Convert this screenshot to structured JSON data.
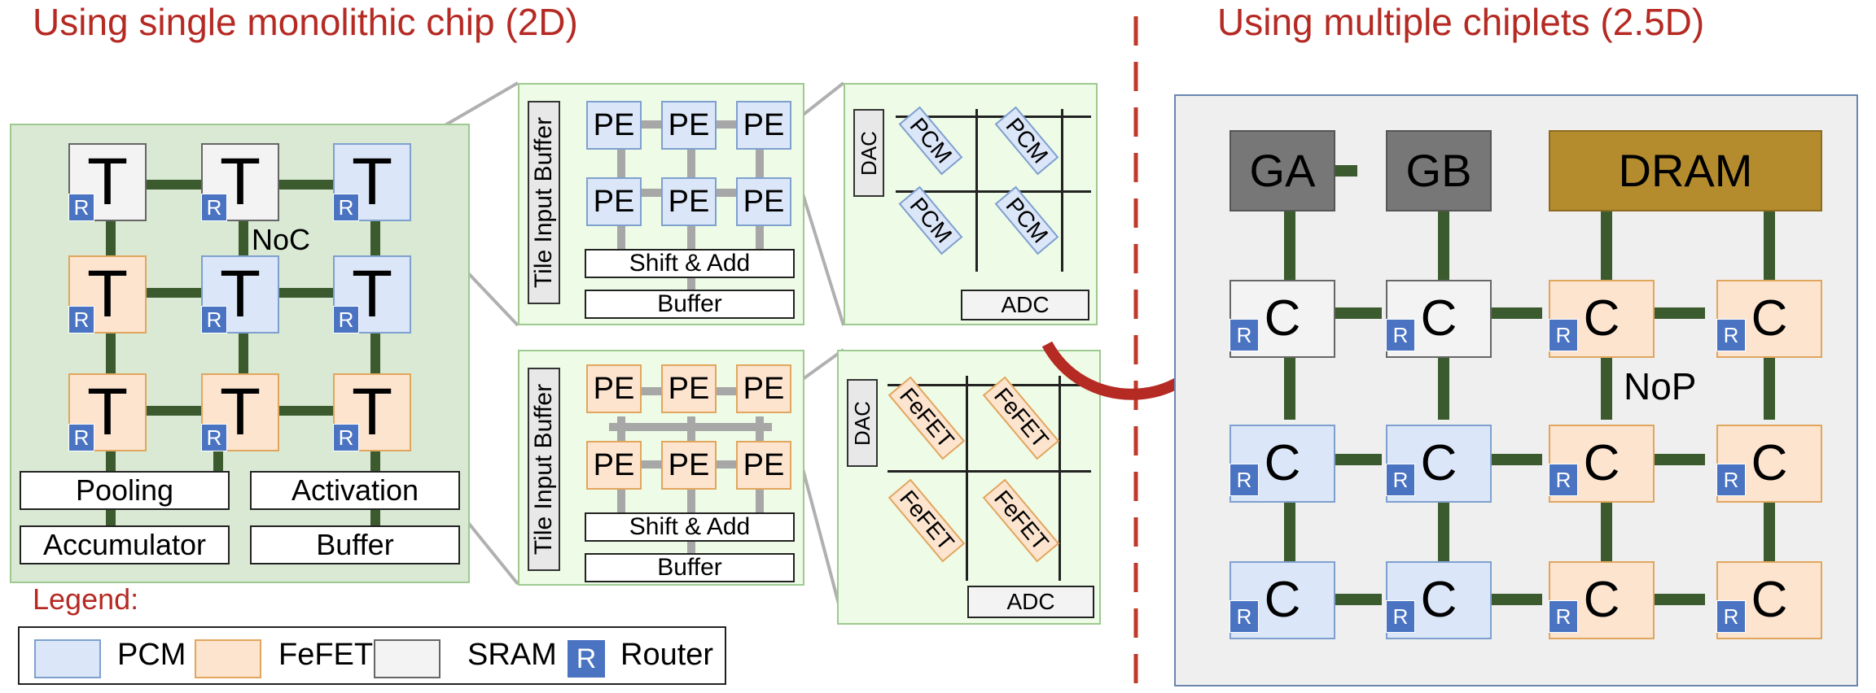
{
  "titles": {
    "left": "Using single monolithic chip (2D)",
    "right": "Using multiple chiplets (2.5D)"
  },
  "tile_letter": "T",
  "router_letter": "R",
  "noc_label": "NoC",
  "nop_label": "NoP",
  "chiplet_letter": "C",
  "peripherals": {
    "pooling": "Pooling",
    "activation": "Activation",
    "accumulator": "Accumulator",
    "buffer": "Buffer"
  },
  "tile_detail": {
    "tile_input_buffer": "Tile Input Buffer",
    "pe": "PE",
    "shift_add": "Shift & Add",
    "buffer": "Buffer"
  },
  "crossbar": {
    "dac": "DAC",
    "adc": "ADC",
    "pcm_device": "PCM",
    "fefet_device": "FeFET"
  },
  "chiplet_system": {
    "ga": "GA",
    "gb": "GB",
    "dram": "DRAM"
  },
  "legend": {
    "title": "Legend:",
    "pcm": "PCM",
    "fefet": "FeFET",
    "sram": "SRAM",
    "router": "Router"
  },
  "colors": {
    "title_red": "#b52a23",
    "pcm_fill": "#dbe7f8",
    "fefet_fill": "#fde4cf",
    "sram_fill": "#f3f3f3",
    "router_fill": "#4a73c2",
    "link_green": "#3b5a2e",
    "dram_fill": "#b48c2e",
    "ga_gb_fill": "#777777",
    "divider_red": "#c0392b"
  }
}
